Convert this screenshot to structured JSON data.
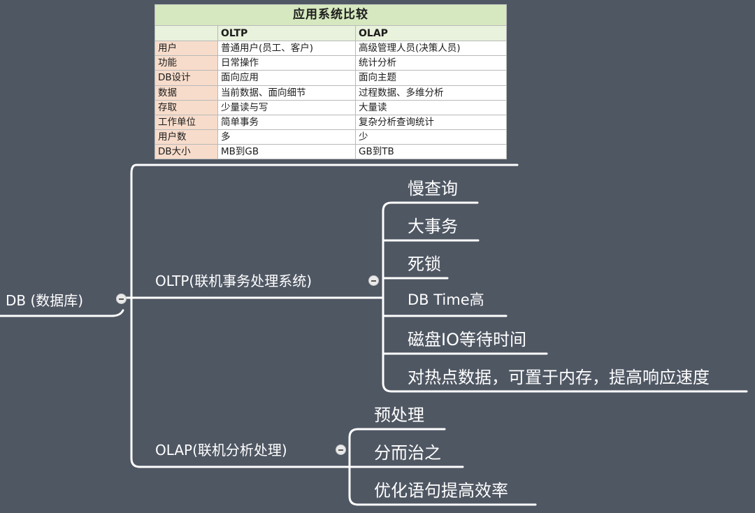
{
  "table": {
    "title": "应用系统比较",
    "header": [
      "",
      "OLTP",
      "OLAP"
    ],
    "rows": [
      [
        "用户",
        "普通用户(员工、客户)",
        "高级管理人员(决策人员)"
      ],
      [
        "功能",
        "日常操作",
        "统计分析"
      ],
      [
        "DB设计",
        "面向应用",
        "面向主题"
      ],
      [
        "数据",
        "当前数据、面向细节",
        "过程数据、多维分析"
      ],
      [
        "存取",
        "少量读与写",
        "大量读"
      ],
      [
        "工作单位",
        "简单事务",
        "复杂分析查询统计"
      ],
      [
        "用户数",
        "多",
        "少"
      ],
      [
        "DB大小",
        "MB到GB",
        "GB到TB"
      ]
    ]
  },
  "mindmap": {
    "root": "DB (数据库)",
    "oltp": {
      "label": "OLTP(联机事务处理系统)",
      "children": [
        "慢查询",
        "大事务",
        "死锁",
        "DB Time高",
        "磁盘IO等待时间",
        "对热点数据，可置于内存，提高响应速度"
      ]
    },
    "olap": {
      "label": "OLAP(联机分析处理)",
      "children": [
        "预处理",
        "分而治之",
        "优化语句提高效率"
      ]
    }
  },
  "colors": {
    "background": "#4f5763",
    "lines": "#ffffff",
    "table_title_bg": "#d6e8bf",
    "table_label_bg": "#f7dccb"
  }
}
